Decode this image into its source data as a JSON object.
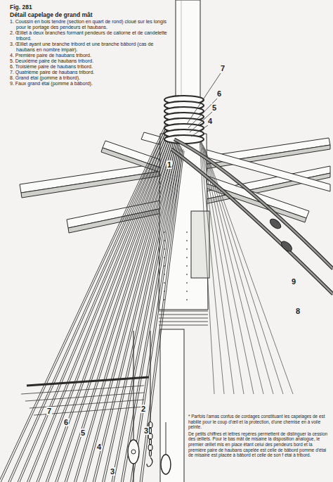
{
  "diagram": {
    "title": "Détail capelage de grand mât",
    "labels": [
      "Fig. 281",
      "1. Coussin en bois tendre (section en quart de rond) cloué sur les longis pour le portage des pendeurs et haubans.",
      "2. Œillet à deux branches formant pendeurs de caliorne et de candelette tribord.",
      "3. Œillet ayant une branche tribord et une branche bâbord (cas de haubans en nombre impair).",
      "4. Première paire de haubans tribord.",
      "5. Deuxième paire de haubans tribord.",
      "6. Troisième paire de haubans tribord.",
      "7. Quatrième paire de haubans tribord.",
      "8. Grand étai (pomme à tribord).",
      "9. Faux grand étai (pomme à bâbord).",
      "7",
      "6",
      "5",
      "4",
      "1",
      "9",
      "8",
      "7",
      "6",
      "5",
      "4",
      "3",
      "2",
      "3",
      "* Parfois l'amas confus de cordages constituant les capelages de est habillé pour le coup d'œil et la protection, d'une chemise en à voile peinte.",
      "De petits chiffres et lettres repères permettent de distinguer la cession des œillets. Pour le bas mât de misaine la disposition analogue, le premier œillet mis en place étant celui des pendeurs bord et la première paire de haubans capelée est celle de bâbord pomme d'étai de misaine est placée à bâbord et celle de son f étai à tribord."
    ]
  }
}
